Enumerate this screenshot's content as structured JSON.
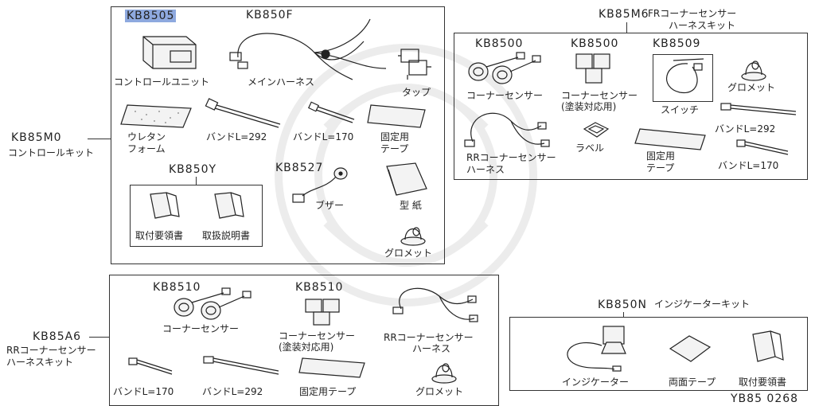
{
  "footer_code": "YB85 0268",
  "kits": {
    "control": {
      "code": "KB85M0",
      "name": "コントロールキット",
      "parts": {
        "control_unit": {
          "code": "KB8505",
          "name": "コントロールユニット"
        },
        "main_harness": {
          "code": "KB850F",
          "name": "メインハーネス"
        },
        "tap": {
          "name": "タップ"
        },
        "urethane_foam": {
          "name_l1": "ウレタン",
          "name_l2": "フォーム"
        },
        "band_292": {
          "name": "バンドL=292"
        },
        "band_170": {
          "name": "バンドL=170"
        },
        "fixing_tape": {
          "name_l1": "固定用",
          "name_l2": "テープ"
        },
        "buzzer": {
          "code": "KB8527",
          "name": "ブザー"
        },
        "template": {
          "name": "型 紙"
        },
        "grommet": {
          "name": "グロメット"
        }
      },
      "manuals": {
        "code": "KB850Y",
        "install_guide": "取付要領書",
        "instructions": "取扱説明書"
      }
    },
    "front_sensor": {
      "code": "KB85M6",
      "name_l1": "FRコーナーセンサー",
      "name_l2": "ハーネスキット",
      "parts": {
        "corner_sensor": {
          "code": "KB8500",
          "name": "コーナーセンサー"
        },
        "corner_sensor_painted": {
          "code": "KB8500",
          "name_l1": "コーナーセンサー",
          "name_l2": "(塗装対応用)"
        },
        "switch": {
          "code": "KB8509",
          "name": "スイッチ"
        },
        "grommet": {
          "name": "グロメット"
        },
        "rr_harness": {
          "name_l1": "RRコーナーセンサー",
          "name_l2": "ハーネス"
        },
        "label": {
          "name": "ラベル"
        },
        "fixing_tape": {
          "name_l1": "固定用",
          "name_l2": "テープ"
        },
        "band_292": {
          "name": "バンドL=292"
        },
        "band_170": {
          "name": "バンドL=170"
        }
      }
    },
    "rear_sensor": {
      "code": "KB85A6",
      "name_l1": "RRコーナーセンサー",
      "name_l2": "ハーネスキット",
      "parts": {
        "corner_sensor": {
          "code": "KB8510",
          "name": "コーナーセンサー"
        },
        "corner_sensor_painted": {
          "code": "KB8510",
          "name_l1": "コーナーセンサー",
          "name_l2": "(塗装対応用)"
        },
        "rr_harness": {
          "name_l1": "RRコーナーセンサー",
          "name_l2": "ハーネス"
        },
        "band_170": {
          "name": "バンドL=170"
        },
        "band_292": {
          "name": "バンドL=292"
        },
        "fixing_tape": {
          "name": "固定用テープ"
        },
        "grommet": {
          "name": "グロメット"
        }
      }
    },
    "indicator": {
      "code": "KB850N",
      "name": "インジケーターキット",
      "parts": {
        "indicator": {
          "name": "インジケーター"
        },
        "double_tape": {
          "name": "両面テープ"
        },
        "install_guide": {
          "name": "取付要領書"
        }
      }
    }
  }
}
